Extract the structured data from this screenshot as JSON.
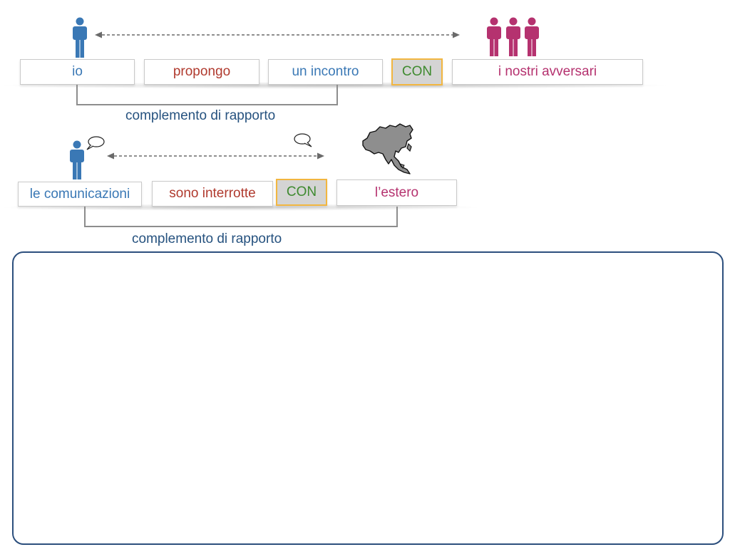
{
  "colors": {
    "blue_person": "#3a78b5",
    "magenta_person": "#b5326f",
    "subject_text": "#3a78b5",
    "verb_text": "#b03a2e",
    "con_text": "#3e8a2f",
    "term_text": "#b5326f",
    "caption_text": "#26527f",
    "panel_border": "#2c4f7d",
    "con_border": "#f2b640"
  },
  "icons": [
    "person-icon",
    "group-icon",
    "speech-bubble-icon",
    "asia-map-icon",
    "dashed-double-arrow-icon"
  ],
  "row1": {
    "words": [
      "io",
      "propongo",
      "un incontro",
      "CON",
      "i nostri avversari"
    ],
    "caption": "complemento di rapporto"
  },
  "row2": {
    "words": [
      "le comunicazioni",
      "sono interrotte",
      "CON",
      "l’estero"
    ],
    "caption": "complemento di rapporto"
  }
}
